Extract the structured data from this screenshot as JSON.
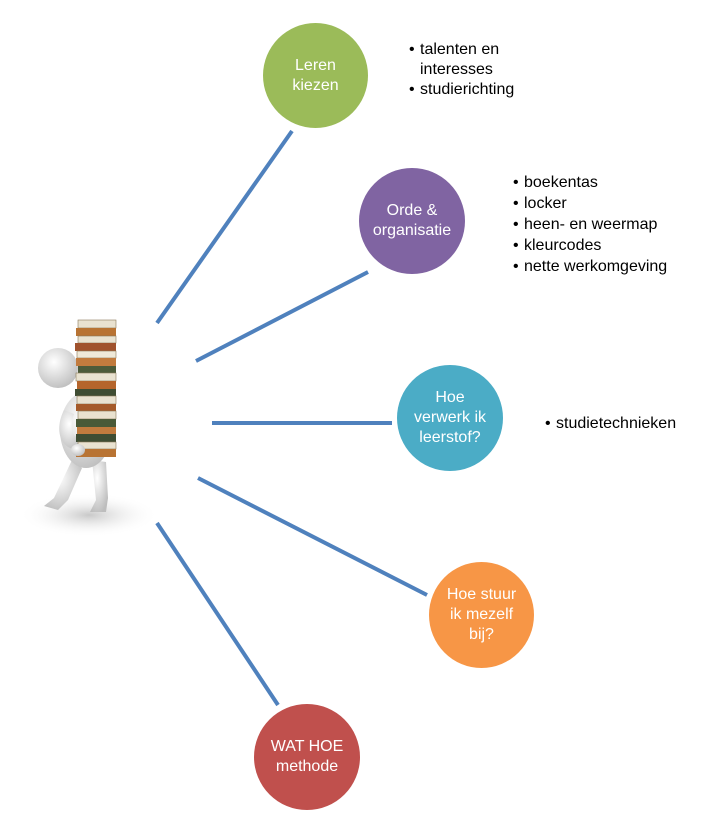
{
  "nodes": [
    {
      "label": "Leren\nkiezen",
      "color": "#9BBB59",
      "bullets": [
        "talenten en\ninteresses",
        "studierichting"
      ]
    },
    {
      "label": "Orde &\norganisatie",
      "color": "#8064A2",
      "bullets": [
        "boekentas",
        "locker",
        "heen- en weermap",
        "kleurcodes",
        "nette werkomgeving"
      ]
    },
    {
      "label": "Hoe\nverwerk ik\nleerstof?",
      "color": "#4BACC6",
      "bullets": [
        "studietechnieken"
      ]
    },
    {
      "label": "Hoe stuur\nik mezelf\nbij?",
      "color": "#F79646",
      "bullets": []
    },
    {
      "label": "WAT HOE\nmethode",
      "color": "#C0504D",
      "bullets": []
    }
  ],
  "connector_color": "#4F81BD",
  "center_image": "person-carrying-books-figure"
}
